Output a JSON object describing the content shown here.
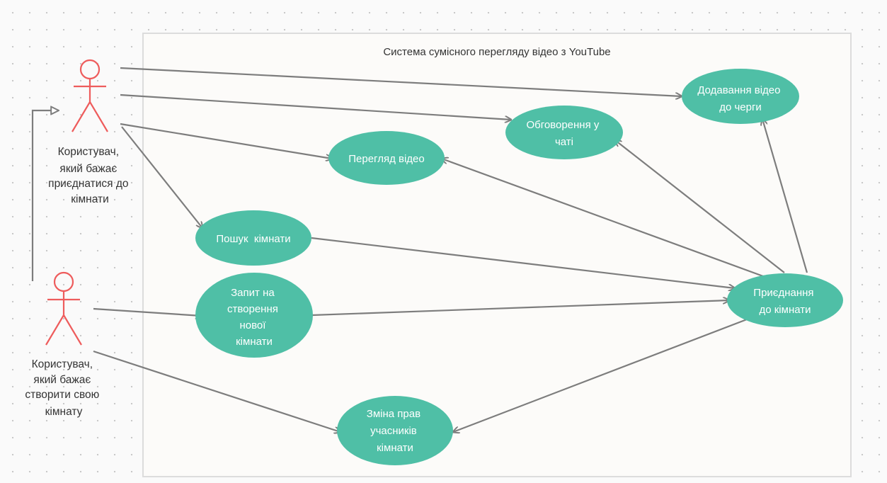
{
  "system": {
    "title": "Система сумісного перегляду відео з YouTube"
  },
  "colors": {
    "use_case_fill": "#4fbfa6",
    "actor_stroke": "#ee5c5c",
    "edge_stroke": "#7d7d7d",
    "system_border": "#dcdcdc"
  },
  "actors": [
    {
      "id": "actor-join",
      "lines": [
        "Користувач,",
        "який бажає",
        "приєднатися до",
        "кімнати"
      ]
    },
    {
      "id": "actor-create",
      "lines": [
        "Користувач,",
        "який бажає",
        "створити свою",
        "кімнату"
      ]
    }
  ],
  "use_cases": [
    {
      "id": "add-video",
      "lines": [
        "Додавання відео",
        "до черги"
      ]
    },
    {
      "id": "chat",
      "lines": [
        "Обговорення у",
        "чаті"
      ]
    },
    {
      "id": "watch",
      "lines": [
        "Перегляд відео"
      ]
    },
    {
      "id": "search",
      "lines": [
        "Пошук  кімнати"
      ]
    },
    {
      "id": "create-room",
      "lines": [
        "Запит на",
        "створення",
        "нової",
        "кімнати"
      ]
    },
    {
      "id": "join-room",
      "lines": [
        "Приєднання",
        "до кімнати"
      ]
    },
    {
      "id": "rights",
      "lines": [
        "Зміна прав",
        "учасників",
        "кімнати"
      ]
    }
  ],
  "relations": [
    {
      "from": "actor-join",
      "to": "add-video"
    },
    {
      "from": "actor-join",
      "to": "chat"
    },
    {
      "from": "actor-join",
      "to": "watch"
    },
    {
      "from": "actor-join",
      "to": "search"
    },
    {
      "from": "actor-create",
      "to": "create-room"
    },
    {
      "from": "actor-create",
      "to": "rights"
    },
    {
      "from": "search",
      "to": "join-room"
    },
    {
      "from": "create-room",
      "to": "join-room"
    },
    {
      "from": "join-room",
      "to": "watch"
    },
    {
      "from": "join-room",
      "to": "chat"
    },
    {
      "from": "join-room",
      "to": "add-video"
    },
    {
      "from": "join-room",
      "to": "rights"
    },
    {
      "from": "actor-create",
      "to": "actor-join",
      "kind": "generalization"
    }
  ]
}
